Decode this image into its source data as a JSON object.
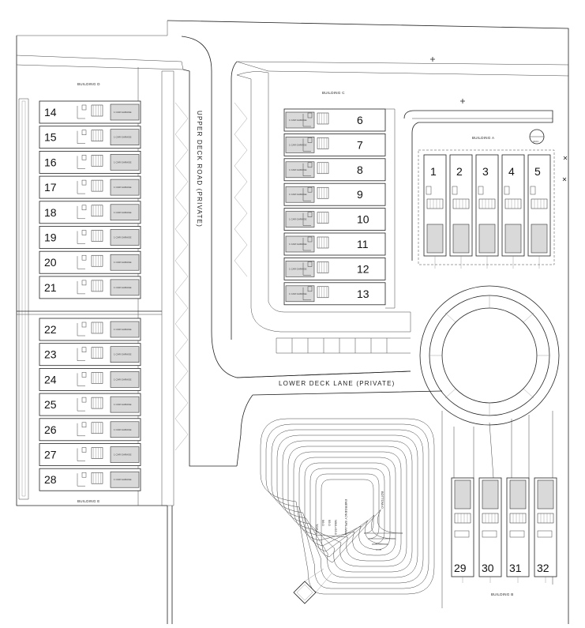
{
  "buildings": {
    "d": "BUILDING D",
    "c": "BUILDING C",
    "a": "BUILDING A",
    "e": "BUILDING E",
    "b": "BUILDING B"
  },
  "roads": {
    "upper": "UPPER DECK ROAD (PRIVATE)",
    "lower": "LOWER DECK LANE (PRIVATE)"
  },
  "garage_label": "1 CAR GARAGE",
  "detail_marker": "A101",
  "units": {
    "left_upper": [
      "14",
      "15",
      "16",
      "17",
      "18",
      "19",
      "20",
      "21"
    ],
    "left_lower": [
      "22",
      "23",
      "24",
      "25",
      "26",
      "27",
      "28"
    ],
    "center": [
      "6",
      "7",
      "8",
      "9",
      "10",
      "11",
      "12",
      "13"
    ],
    "top_right": [
      "1",
      "2",
      "3",
      "4",
      "5"
    ],
    "bottom_right": [
      "29",
      "30",
      "31",
      "32"
    ]
  },
  "basin_labels": [
    "BOTTOM=0",
    "EMERGENCY SPILLWAY",
    "TOP=0",
    "96.0",
    "95.0",
    "NWL=93.0"
  ]
}
